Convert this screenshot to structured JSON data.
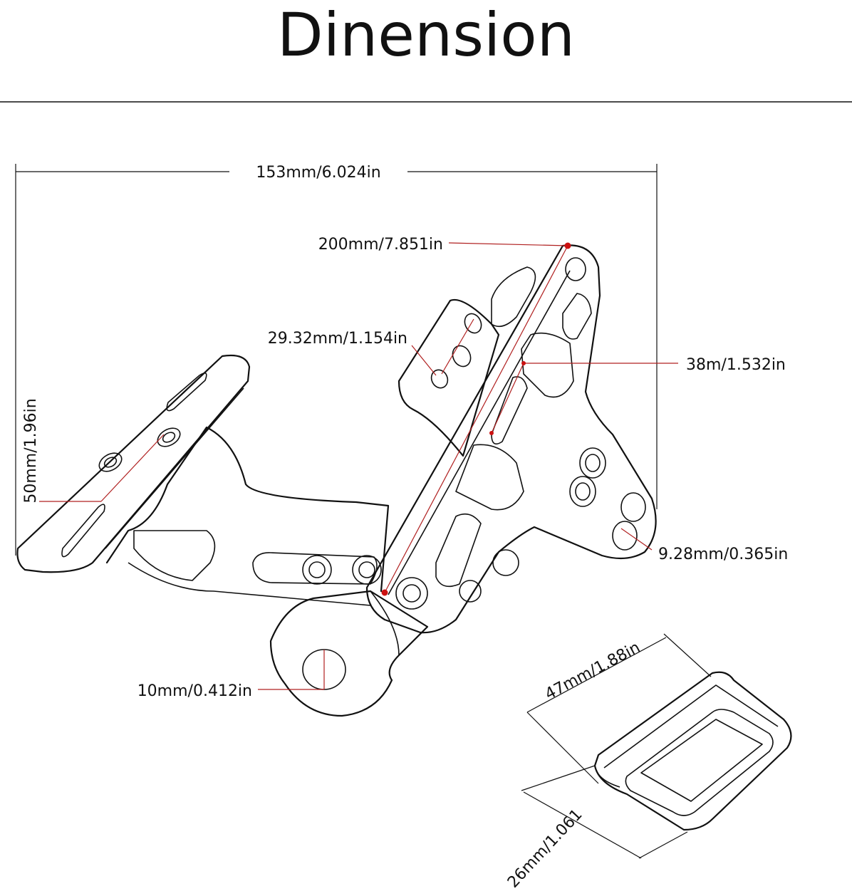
{
  "title": "Dinension",
  "dimensions": {
    "overall_width": "153mm/6.024in",
    "arm_length": "200mm/7.851in",
    "hole_spacing": "29.32mm/1.154in",
    "slot_spacing": "38m/1.532in",
    "plate_height": "50mm/1.96in",
    "hole_diameter": "9.28mm/0.365in",
    "clamp_hole": "10mm/0.412in",
    "pad_length": "47mm/1.88in",
    "pad_width": "26mm/1.061"
  },
  "colors": {
    "line": "#111111",
    "leader": "#b02020",
    "dot": "#cc1111"
  }
}
